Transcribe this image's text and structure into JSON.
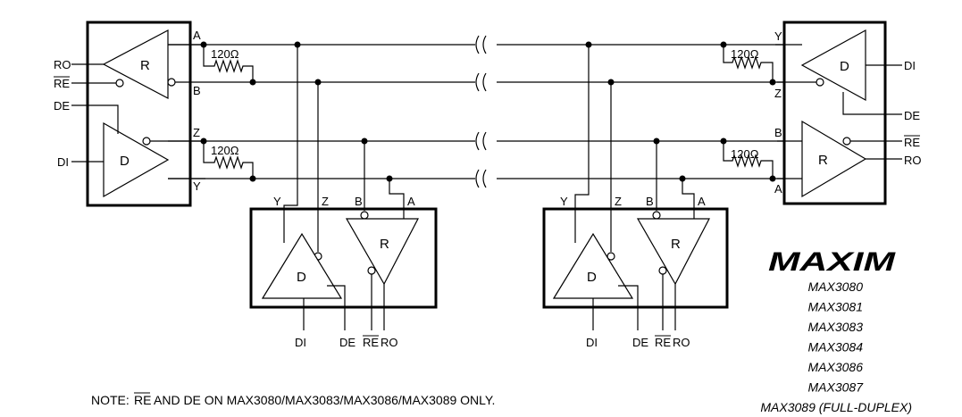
{
  "labels": {
    "R": "R",
    "D": "D",
    "RO": "RO",
    "RE": "RE",
    "DE": "DE",
    "DI": "DI",
    "A": "A",
    "B": "B",
    "Y": "Y",
    "Z": "Z"
  },
  "resistor_value": "120Ω",
  "brand": "MAXIM",
  "part_numbers": [
    "MAX3080",
    "MAX3081",
    "MAX3083",
    "MAX3084",
    "MAX3086",
    "MAX3087",
    "MAX3089 (FULL-DUPLEX)"
  ],
  "note": {
    "prefix": "NOTE:",
    "re": "RE",
    "text": "AND DE ON MAX3080/MAX3083/MAX3086/MAX3089 ONLY."
  }
}
